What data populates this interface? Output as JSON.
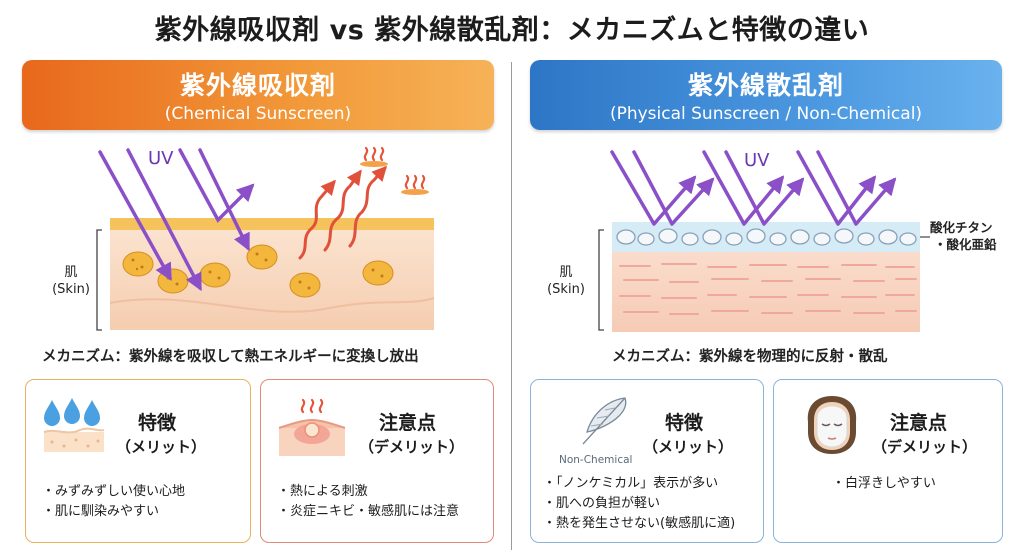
{
  "title": "紫外線吸収剤 vs 紫外線散乱剤：メカニズムと特徴の違い",
  "left": {
    "header": "紫外線吸収剤",
    "header_sub": "(Chemical Sunscreen)",
    "uv_label": "UV",
    "skin_label_line1": "肌",
    "skin_label_line2": "(Skin)",
    "mechanism": "メカニズム：紫外線を吸収して熱エネルギーに変換し放出",
    "merit": {
      "title": "特徴",
      "subtitle": "（メリット）",
      "items": [
        "みずみずしい使い心地",
        "肌に馴染みやすい"
      ]
    },
    "demerit": {
      "title": "注意点",
      "subtitle": "（デメリット）",
      "items": [
        "熱による刺激",
        "炎症ニキビ・敏感肌には注意"
      ]
    }
  },
  "right": {
    "header": "紫外線散乱剤",
    "header_sub": "(Physical Sunscreen / Non-Chemical)",
    "uv_label": "UV",
    "particle_label_line1": "酸化チタン",
    "particle_label_line2": "・酸化亜鉛",
    "skin_label_line1": "肌",
    "skin_label_line2": "(Skin)",
    "mechanism": "メカニズム：紫外線を物理的に反射・散乱",
    "merit": {
      "title": "特徴",
      "subtitle": "（メリット）",
      "icon_label": "Non-Chemical",
      "items": [
        "「ノンケミカル」表示が多い",
        "肌への負担が軽い",
        "熱を発生させない(敏感肌に適)"
      ]
    },
    "demerit": {
      "title": "注意点",
      "subtitle": "（デメリット）",
      "items": [
        "白浮きしやすい"
      ]
    }
  },
  "colors": {
    "chemical_header": "#e8681c",
    "physical_header": "#2d76c6",
    "uv_arrow": "#8b4fc8",
    "heat_arrow": "#e0503a"
  }
}
